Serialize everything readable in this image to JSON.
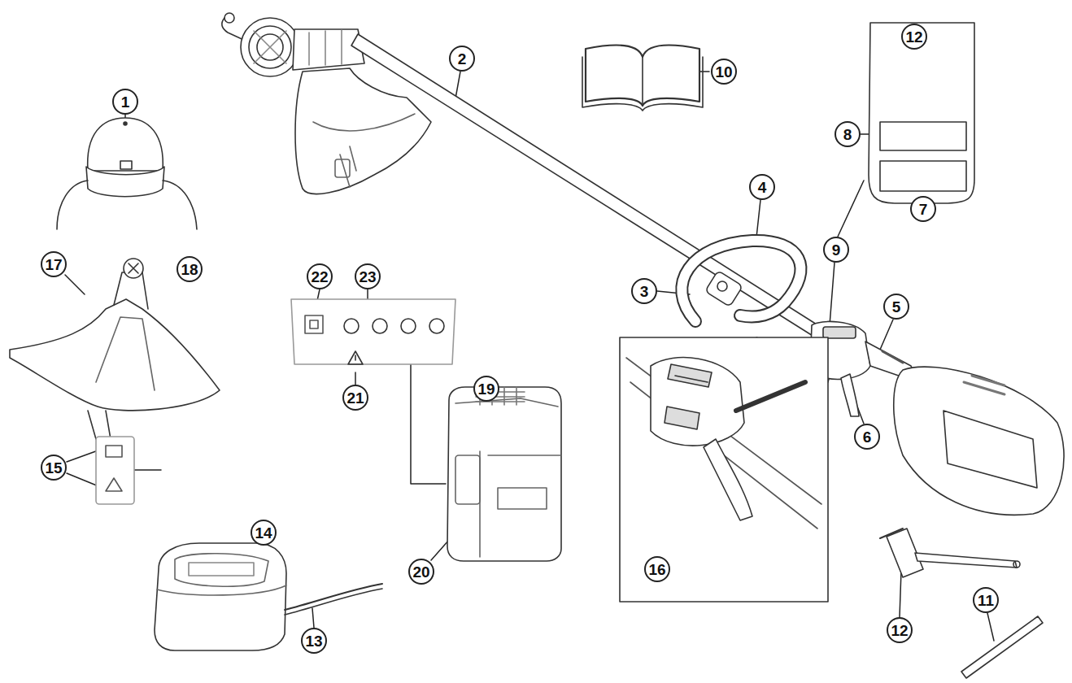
{
  "diagram": {
    "labels": [
      "12",
      "2",
      "10",
      "1",
      "8",
      "4",
      "7",
      "9",
      "17",
      "18",
      "22",
      "23",
      "3",
      "5",
      "19",
      "21",
      "6",
      "15",
      "14",
      "16",
      "20",
      "11",
      "12",
      "13"
    ]
  }
}
